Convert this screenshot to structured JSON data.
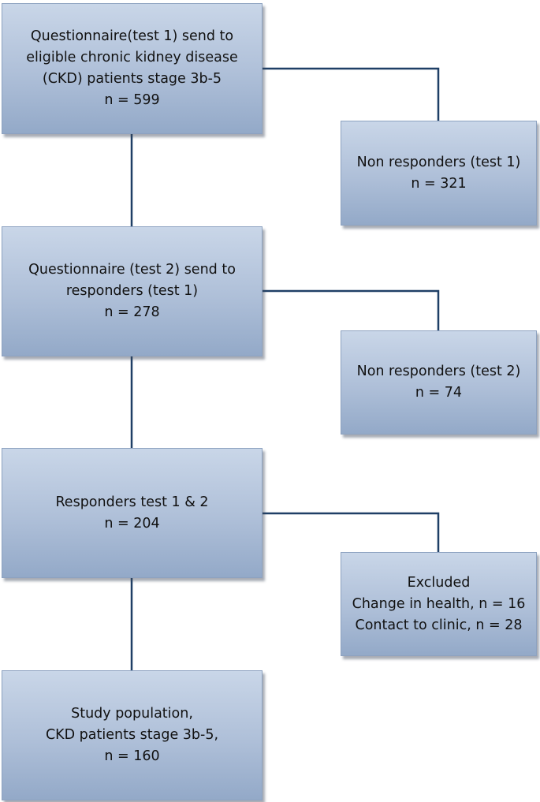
{
  "flowchart": {
    "main_boxes": [
      {
        "lines": [
          "Questionnaire(test 1) send to",
          "eligible chronic kidney disease",
          "(CKD) patients stage 3b-5",
          "n  = 599"
        ]
      },
      {
        "lines": [
          "Questionnaire (test 2) send to",
          "responders (test 1)",
          "n  = 278"
        ]
      },
      {
        "lines": [
          "Responders test 1 & 2",
          "n = 204"
        ]
      },
      {
        "lines": [
          "Study population,",
          "CKD patients stage 3b-5,",
          "n  = 160"
        ]
      }
    ],
    "side_boxes": [
      {
        "lines": [
          "Non responders (test 1)",
          "n = 321"
        ]
      },
      {
        "lines": [
          "Non responders (test 2)",
          "n  = 74"
        ]
      },
      {
        "lines": [
          "Excluded",
          "Change in health, n = 16",
          "Contact to clinic, n = 28"
        ]
      }
    ],
    "colors": {
      "box_top": "#c9d6e8",
      "box_bottom": "#93a9c8",
      "connector": "#1f3f66"
    }
  }
}
